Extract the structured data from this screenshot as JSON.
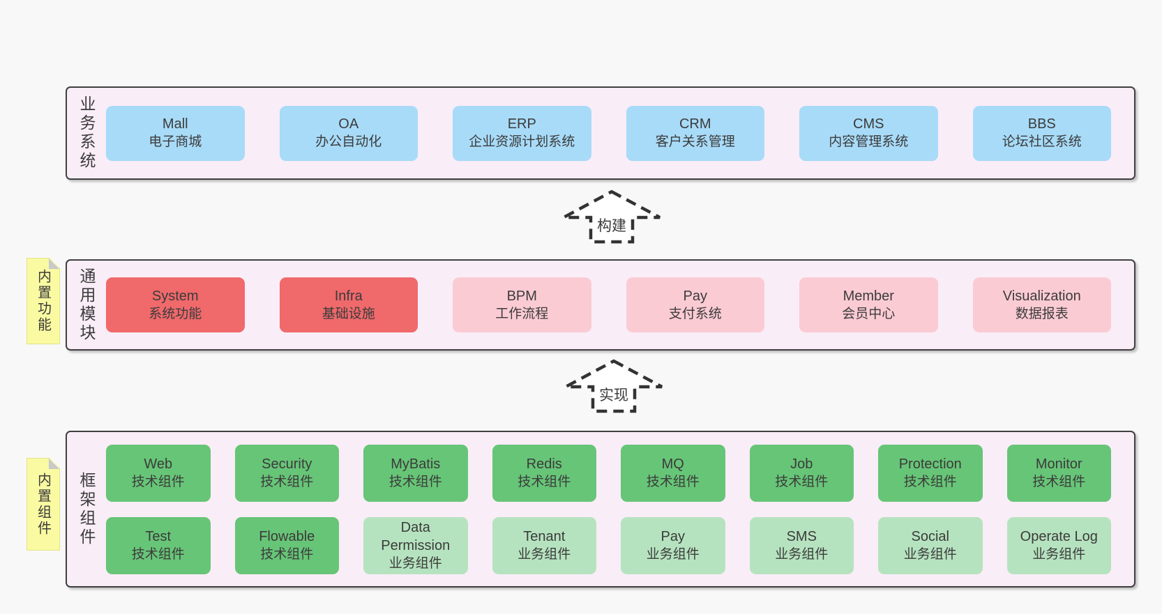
{
  "page": {
    "background": "#f8f8f8"
  },
  "palette": {
    "panel_bg": "#f9edf7",
    "panel_border": "#3f3f3f",
    "blue": "#a8dbf8",
    "red": "#f0696b",
    "pink": "#fbcbd4",
    "green": "#67c577",
    "green_light": "#b6e3bf",
    "sticky_yellow": "#fafaa2",
    "sticky_fold_gray": "#c9c9c9",
    "text": "#3b3b3b"
  },
  "arrows": [
    {
      "id": "build",
      "label": "构建"
    },
    {
      "id": "implement",
      "label": "实现"
    }
  ],
  "sections": [
    {
      "id": "business-systems",
      "label": "业务系统",
      "sticky": null,
      "rows": [
        [
          {
            "en": "Mall",
            "zh": "电子商城",
            "variant": "blue"
          },
          {
            "en": "OA",
            "zh": "办公自动化",
            "variant": "blue"
          },
          {
            "en": "ERP",
            "zh": "企业资源计划系统",
            "variant": "blue"
          },
          {
            "en": "CRM",
            "zh": "客户关系管理",
            "variant": "blue"
          },
          {
            "en": "CMS",
            "zh": "内容管理系统",
            "variant": "blue"
          },
          {
            "en": "BBS",
            "zh": "论坛社区系统",
            "variant": "blue"
          }
        ]
      ]
    },
    {
      "id": "common-modules",
      "label": "通用模块",
      "sticky": "内置功能",
      "rows": [
        [
          {
            "en": "System",
            "zh": "系统功能",
            "variant": "red"
          },
          {
            "en": "Infra",
            "zh": "基础设施",
            "variant": "red"
          },
          {
            "en": "BPM",
            "zh": "工作流程",
            "variant": "pink"
          },
          {
            "en": "Pay",
            "zh": "支付系统",
            "variant": "pink"
          },
          {
            "en": "Member",
            "zh": "会员中心",
            "variant": "pink"
          },
          {
            "en": "Visualization",
            "zh": "数据报表",
            "variant": "pink"
          }
        ]
      ]
    },
    {
      "id": "framework-components",
      "label": "框架组件",
      "sticky": "内置组件",
      "rows": [
        [
          {
            "en": "Web",
            "zh": "技术组件",
            "variant": "green"
          },
          {
            "en": "Security",
            "zh": "技术组件",
            "variant": "green"
          },
          {
            "en": "MyBatis",
            "zh": "技术组件",
            "variant": "green"
          },
          {
            "en": "Redis",
            "zh": "技术组件",
            "variant": "green"
          },
          {
            "en": "MQ",
            "zh": "技术组件",
            "variant": "green"
          },
          {
            "en": "Job",
            "zh": "技术组件",
            "variant": "green"
          },
          {
            "en": "Protection",
            "zh": "技术组件",
            "variant": "green"
          },
          {
            "en": "Monitor",
            "zh": "技术组件",
            "variant": "green"
          }
        ],
        [
          {
            "en": "Test",
            "zh": "技术组件",
            "variant": "green"
          },
          {
            "en": "Flowable",
            "zh": "技术组件",
            "variant": "green"
          },
          {
            "en": "Data Permission",
            "zh": "业务组件",
            "variant": "green-light"
          },
          {
            "en": "Tenant",
            "zh": "业务组件",
            "variant": "green-light"
          },
          {
            "en": "Pay",
            "zh": "业务组件",
            "variant": "green-light"
          },
          {
            "en": "SMS",
            "zh": "业务组件",
            "variant": "green-light"
          },
          {
            "en": "Social",
            "zh": "业务组件",
            "variant": "green-light"
          },
          {
            "en": "Operate Log",
            "zh": "业务组件",
            "variant": "green-light"
          }
        ]
      ]
    }
  ]
}
